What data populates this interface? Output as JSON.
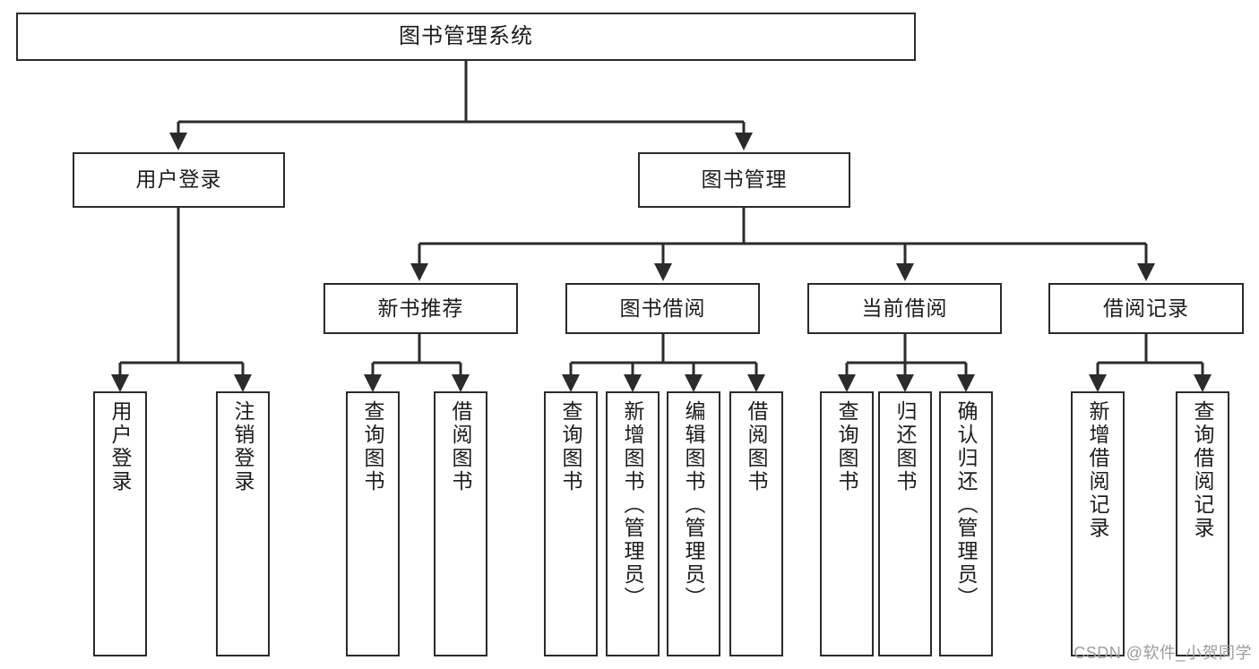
{
  "diagram": {
    "type": "hierarchy-tree",
    "title": "图书管理系统",
    "watermark": "CSDN @软件_小贺同学",
    "colors": {
      "stroke": "#2b2b2b",
      "fill": "#ffffff",
      "text": "#1c1c1c",
      "watermark": "#9d9d9d"
    },
    "root": {
      "label": "图书管理系统"
    },
    "level1": [
      {
        "label": "用户登录"
      },
      {
        "label": "图书管理"
      }
    ],
    "level2": [
      {
        "label": "新书推荐"
      },
      {
        "label": "图书借阅"
      },
      {
        "label": "当前借阅"
      },
      {
        "label": "借阅记录"
      }
    ],
    "leaves": {
      "user_login": [
        {
          "label": "用户登录"
        },
        {
          "label": "注销登录"
        }
      ],
      "new_book": [
        {
          "label": "查询图书"
        },
        {
          "label": "借阅图书"
        }
      ],
      "borrow_book": [
        {
          "label": "查询图书"
        },
        {
          "label": "新增图书（管理员）"
        },
        {
          "label": "编辑图书（管理员）"
        },
        {
          "label": "借阅图书"
        }
      ],
      "current_borrow": [
        {
          "label": "查询图书"
        },
        {
          "label": "归还图书"
        },
        {
          "label": "确认归还（管理员）"
        }
      ],
      "borrow_record": [
        {
          "label": "新增借阅记录"
        },
        {
          "label": "查询借阅记录"
        }
      ]
    }
  }
}
